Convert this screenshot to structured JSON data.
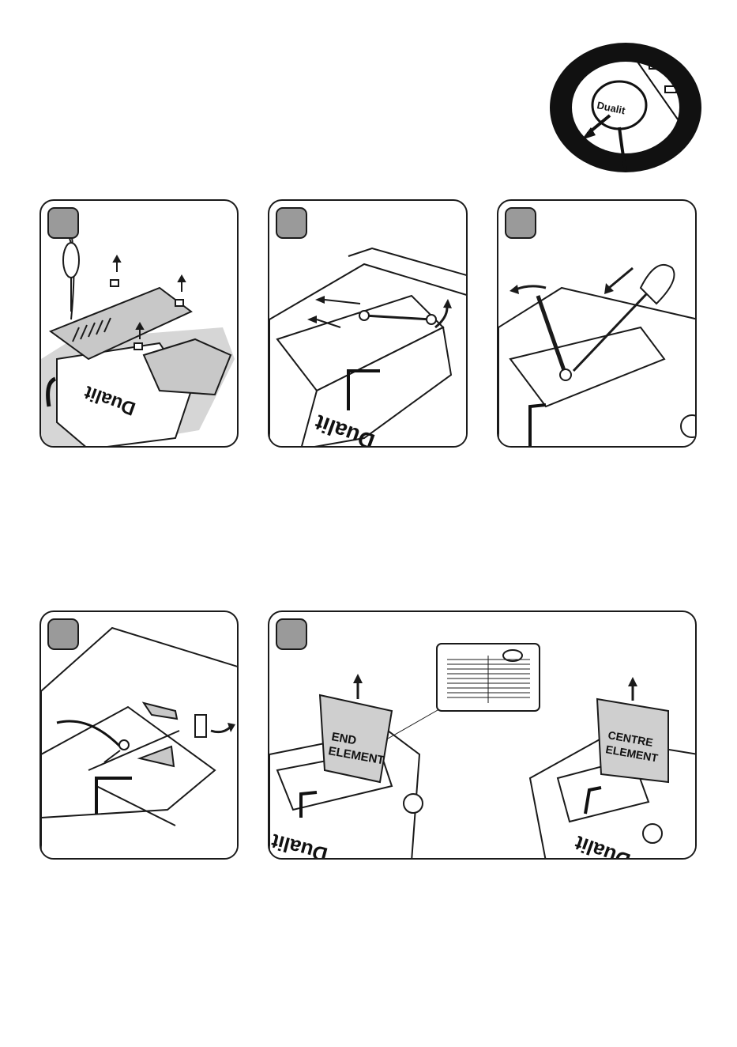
{
  "plug": {
    "brand": "Dualit"
  },
  "steps": [
    {
      "id": 1,
      "number": ""
    },
    {
      "id": 2,
      "number": ""
    },
    {
      "id": 3,
      "number": ""
    },
    {
      "id": 4,
      "number": ""
    },
    {
      "id": 5,
      "number": ""
    }
  ],
  "body_brand": "Dualit",
  "labels": {
    "end_element_line1": "END",
    "end_element_line2": "ELEMENT",
    "centre_element_line1": "CENTRE",
    "centre_element_line2": "ELEMENT"
  },
  "colors": {
    "badge": "#9a9a9a",
    "plate": "#c8c8c8",
    "line": "#1a1a1a"
  }
}
